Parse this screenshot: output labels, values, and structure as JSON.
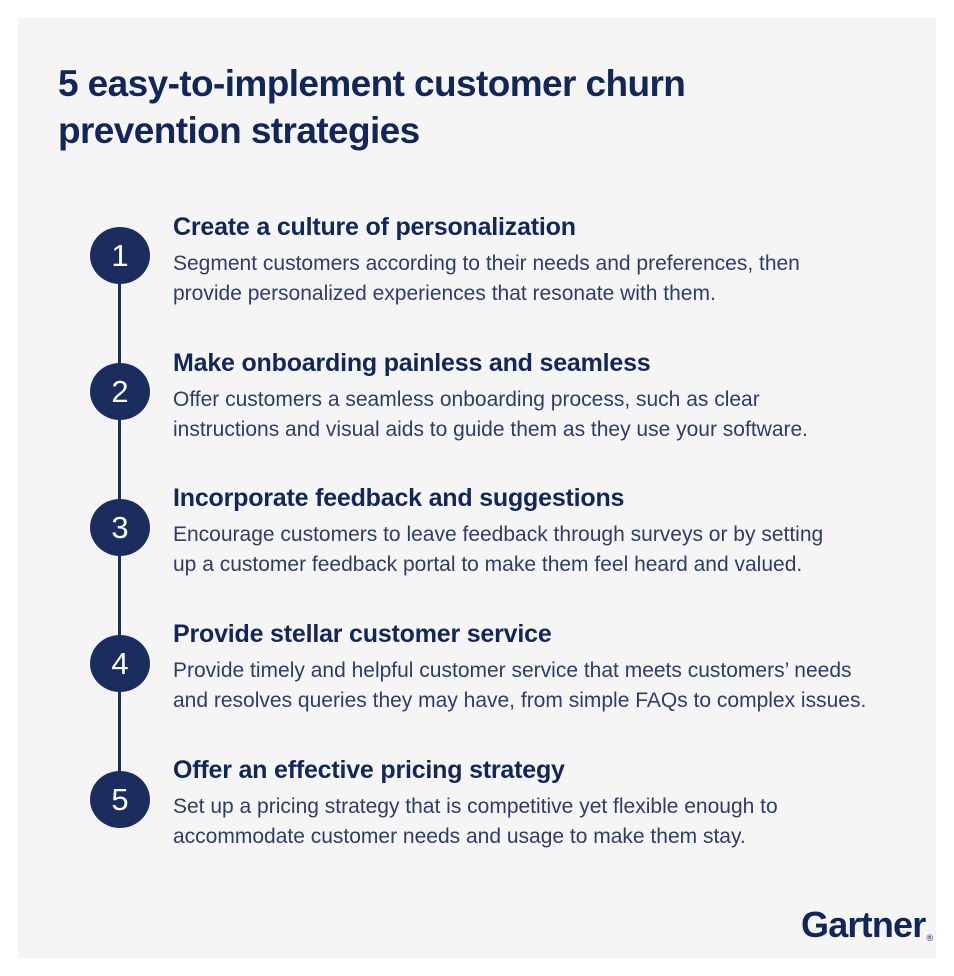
{
  "title": "5 easy-to-implement customer churn\nprevention strategies",
  "items": [
    {
      "number": "1",
      "heading": "Create a culture of personalization",
      "body": "Segment customers according to their needs and preferences, then\nprovide personalized experiences that resonate with them."
    },
    {
      "number": "2",
      "heading": "Make onboarding painless and seamless",
      "body": "Offer customers a seamless onboarding process, such as clear\ninstructions and visual aids to guide them as they use your software."
    },
    {
      "number": "3",
      "heading": "Incorporate feedback and suggestions",
      "body": "Encourage customers to leave feedback through surveys or by setting\nup a customer feedback portal to make them feel heard and valued."
    },
    {
      "number": "4",
      "heading": "Provide stellar customer service",
      "body": "Provide timely and helpful customer service that meets customers’ needs\nand resolves queries they may have, from simple FAQs to complex issues."
    },
    {
      "number": "5",
      "heading": "Offer an effective pricing strategy",
      "body": "Set up a pricing strategy that is competitive yet flexible enough to\naccommodate customer needs and usage to make them stay."
    }
  ],
  "brand": {
    "logo_text": "Gartner",
    "registered_mark": "®"
  },
  "colors": {
    "navy_dark": "#12265a",
    "navy_badge": "#1b2d5e",
    "body_text": "#2e3c6b",
    "panel_bg": "#f5f5f6",
    "page_bg": "#ffffff",
    "number_text": "#ffffff"
  }
}
